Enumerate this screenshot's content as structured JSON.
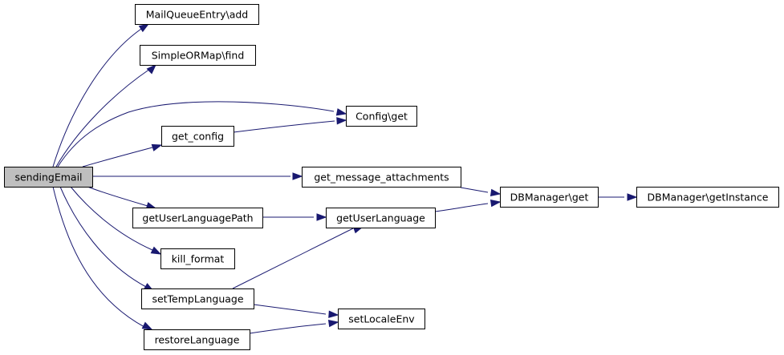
{
  "graph": {
    "nodes": {
      "sendingEmail": {
        "label": "sendingEmail",
        "root": true
      },
      "mqe_add": {
        "label": "MailQueueEntry\\add"
      },
      "soa_find": {
        "label": "SimpleORMap\\find"
      },
      "config_get": {
        "label": "Config\\get"
      },
      "get_config": {
        "label": "get_config"
      },
      "get_message_attachments": {
        "label": "get_message_attachments"
      },
      "dbmanager_get": {
        "label": "DBManager\\get"
      },
      "dbmanager_getInstance": {
        "label": "DBManager\\getInstance"
      },
      "getUserLanguagePath": {
        "label": "getUserLanguagePath"
      },
      "getUserLanguage": {
        "label": "getUserLanguage"
      },
      "kill_format": {
        "label": "kill_format"
      },
      "setTempLanguage": {
        "label": "setTempLanguage"
      },
      "setLocaleEnv": {
        "label": "setLocaleEnv"
      },
      "restoreLanguage": {
        "label": "restoreLanguage"
      }
    },
    "edges": [
      {
        "from": "sendingEmail",
        "to": "mqe_add"
      },
      {
        "from": "sendingEmail",
        "to": "soa_find"
      },
      {
        "from": "sendingEmail",
        "to": "config_get"
      },
      {
        "from": "sendingEmail",
        "to": "get_config"
      },
      {
        "from": "sendingEmail",
        "to": "get_message_attachments"
      },
      {
        "from": "sendingEmail",
        "to": "getUserLanguagePath"
      },
      {
        "from": "sendingEmail",
        "to": "kill_format"
      },
      {
        "from": "sendingEmail",
        "to": "setTempLanguage"
      },
      {
        "from": "sendingEmail",
        "to": "restoreLanguage"
      },
      {
        "from": "get_config",
        "to": "config_get"
      },
      {
        "from": "get_message_attachments",
        "to": "dbmanager_get"
      },
      {
        "from": "dbmanager_get",
        "to": "dbmanager_getInstance"
      },
      {
        "from": "getUserLanguagePath",
        "to": "getUserLanguage"
      },
      {
        "from": "getUserLanguage",
        "to": "dbmanager_get"
      },
      {
        "from": "setTempLanguage",
        "to": "getUserLanguage"
      },
      {
        "from": "setTempLanguage",
        "to": "setLocaleEnv"
      },
      {
        "from": "restoreLanguage",
        "to": "setLocaleEnv"
      }
    ]
  },
  "colors": {
    "edge": "#191970",
    "root_fill": "#bfbfbf",
    "node_fill": "#ffffff",
    "node_border": "#000000"
  }
}
